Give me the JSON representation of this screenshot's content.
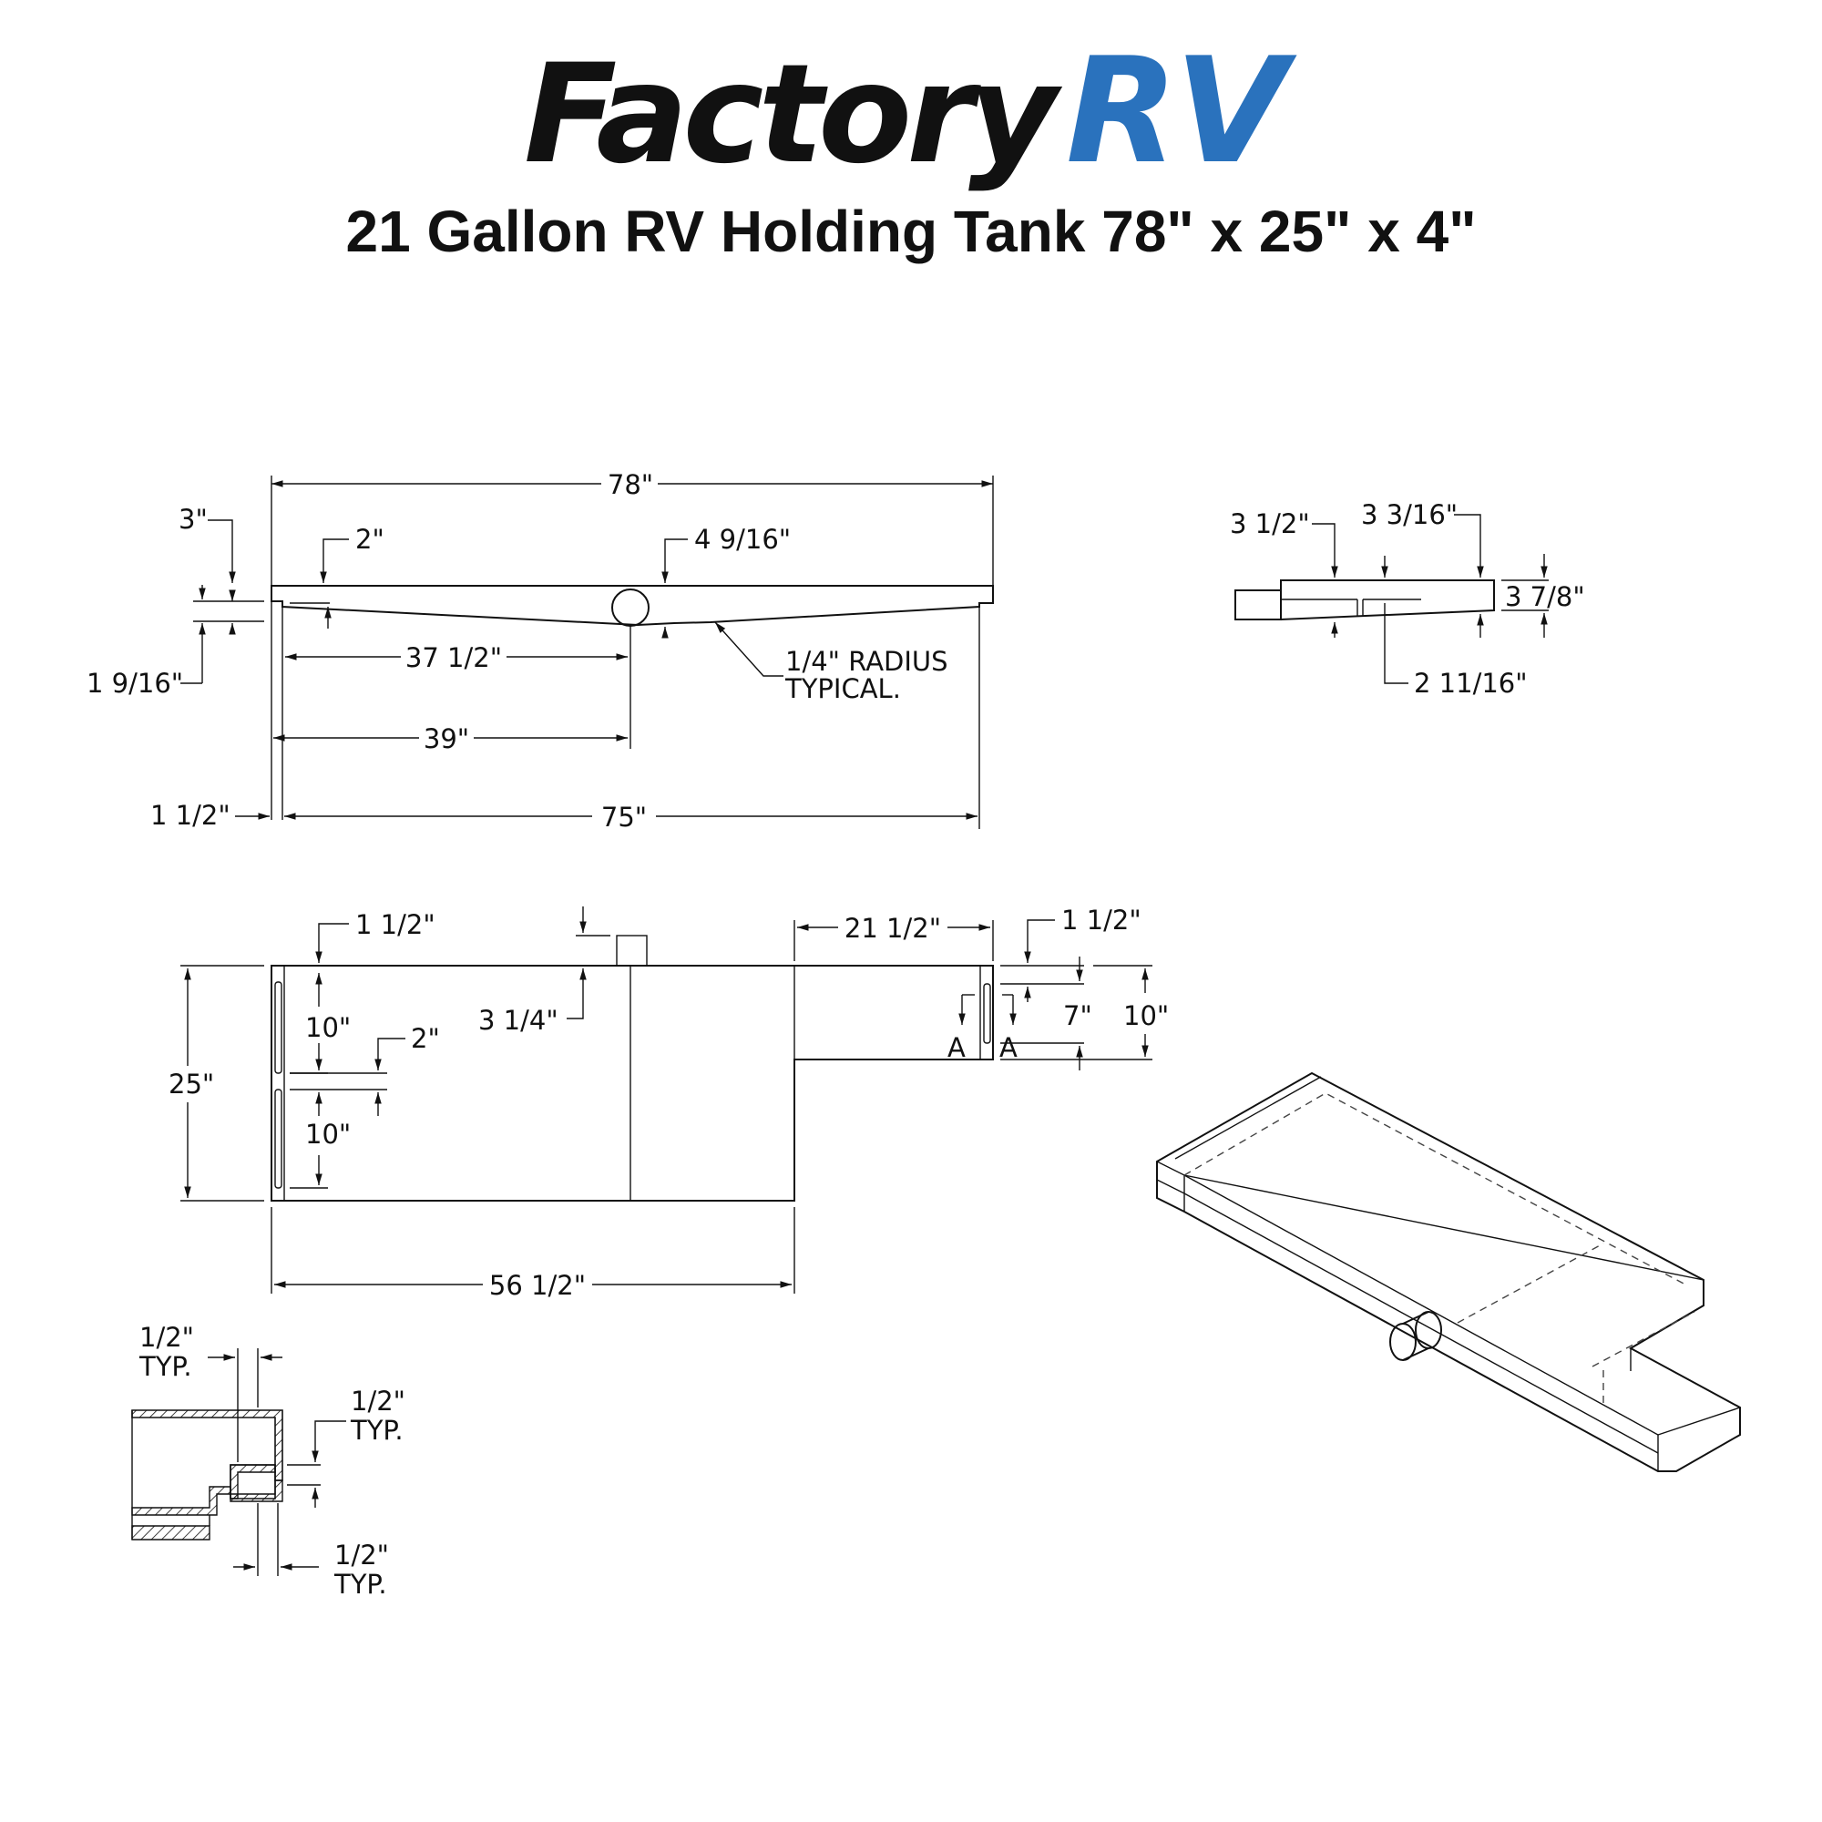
{
  "logo": {
    "part1": "Factory",
    "part2": "RV",
    "colors": {
      "dark": "#111111",
      "blue": "#2a72bd"
    }
  },
  "title": "21 Gallon RV Holding Tank 78\" x 25\" x 4\"",
  "side_view": {
    "overall_length": "78\"",
    "top_lip": "3\"",
    "lip_depth": "2\"",
    "outlet_height": "4 9/16\"",
    "lip_thickness": "1 9/16\"",
    "to_outlet_center": "37 1/2\"",
    "to_outlet": "39\"",
    "radius_note_line1": "1/4\" RADIUS",
    "radius_note_line2": "TYPICAL.",
    "inset": "1 1/2\"",
    "body_length": "75\""
  },
  "end_view": {
    "dim_a": "3 1/2\"",
    "dim_b": "3 3/16\"",
    "dim_c": "3 7/8\"",
    "dim_d": "2 11/16\""
  },
  "top_view": {
    "edge_inset": "1 1/2\"",
    "slot_top": "10\"",
    "slot_gap": "2\"",
    "slot_bottom": "10\"",
    "width": "25\"",
    "fitting_offset": "3 1/4\"",
    "narrow_length": "21 1/2\"",
    "right_inset": "1 1/2\"",
    "right_slot": "7\"",
    "narrow_width": "10\"",
    "section_mark": "A",
    "wide_length": "56 1/2\""
  },
  "section_detail": {
    "wall_top_line1": "1/2\"",
    "wall_top_line2": "TYP.",
    "wall_right_line1": "1/2\"",
    "wall_right_line2": "TYP.",
    "wall_bottom_line1": "1/2\"",
    "wall_bottom_line2": "TYP."
  }
}
